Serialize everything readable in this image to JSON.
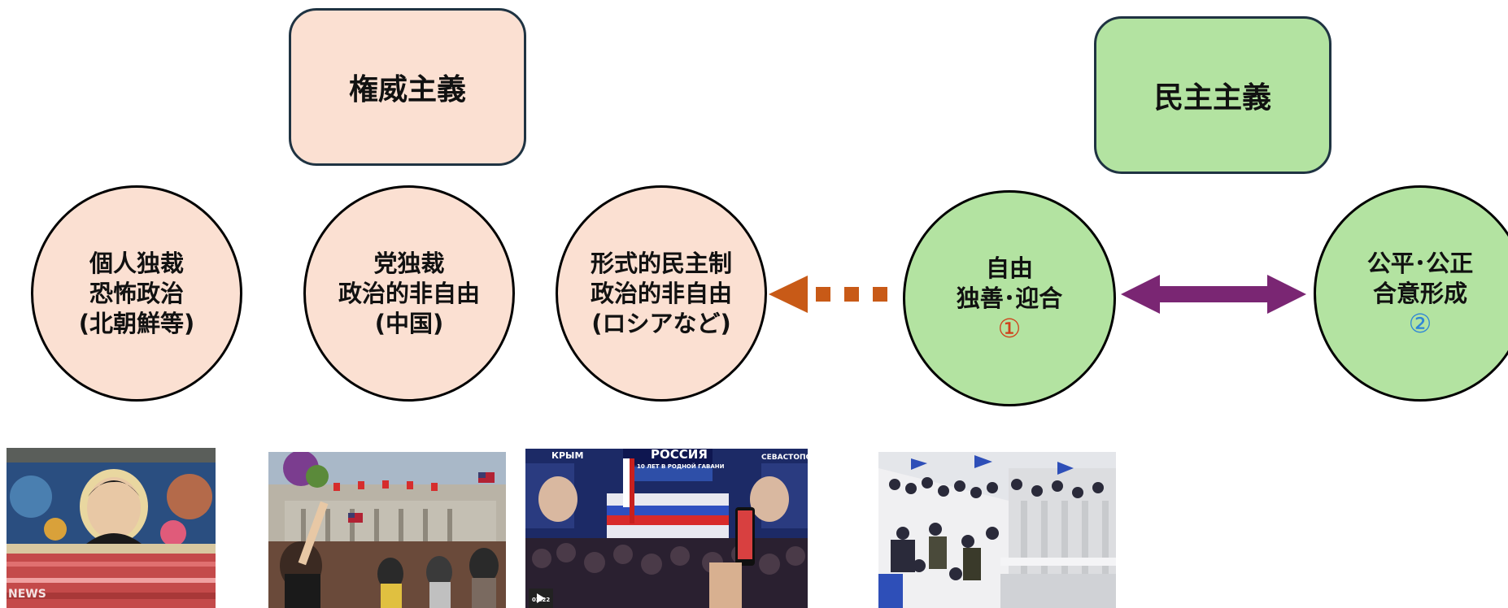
{
  "boxes": {
    "authoritarianism": "権威主義",
    "democracy": "民主主義"
  },
  "circles": [
    {
      "lines": [
        "個人独裁",
        "恐怖政治",
        "(北朝鮮等)"
      ]
    },
    {
      "lines": [
        "党独裁",
        "政治的非自由",
        "(中国)"
      ]
    },
    {
      "lines": [
        "形式的民主制",
        "政治的非自由",
        "(ロシアなど)"
      ]
    },
    {
      "lines": [
        "自由",
        "独善･迎合"
      ],
      "marker": "①"
    },
    {
      "lines": [
        "公平･公正",
        "合意形成"
      ],
      "marker": "②"
    }
  ],
  "photos": {
    "p1_watermark": "NEWS",
    "p3_left_sign": "КРЫМ",
    "p3_center_sign": "РОССИЯ",
    "p3_center_banner": "10 ЛЕТ В РОДНОЙ ГАВАНИ",
    "p3_right_sign": "СЕВАСТОПОЛ",
    "p3_video_time": "02:22"
  },
  "colors": {
    "peach": "#fbe0d2",
    "green": "#b3e3a1",
    "dotted_arrow": "#c85a17",
    "double_arrow": "#7a2673",
    "marker_red": "#d0401b",
    "marker_blue": "#2f86d6"
  }
}
